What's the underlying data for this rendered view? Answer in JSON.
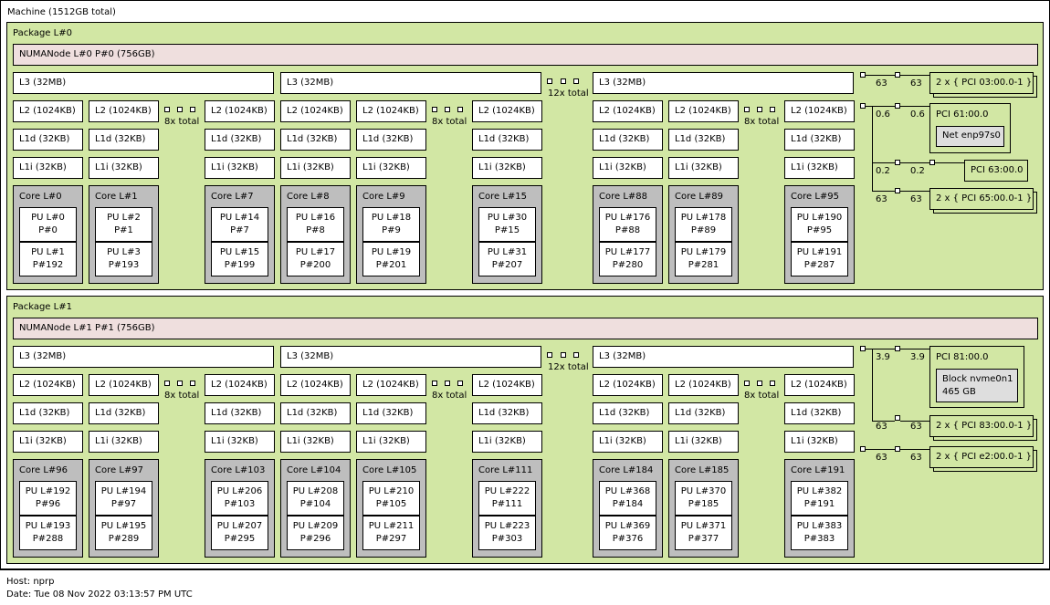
{
  "machine": {
    "label": "Machine (1512GB total)"
  },
  "packages": [
    {
      "label": "Package L#0",
      "numa": "NUMANode L#0 P#0 (756GB)",
      "l3": [
        "L3 (32MB)",
        "L3 (32MB)",
        "L3 (32MB)"
      ],
      "l3_total": "12x total",
      "l2_total": "8x total",
      "groups": [
        {
          "cores": [
            {
              "core": "Core L#0",
              "l2": "L2 (1024KB)",
              "l1d": "L1d (32KB)",
              "l1i": "L1i (32KB)",
              "pus": [
                [
                  "PU L#0",
                  "P#0"
                ],
                [
                  "PU L#1",
                  "P#192"
                ]
              ]
            },
            {
              "core": "Core L#1",
              "l2": "L2 (1024KB)",
              "l1d": "L1d (32KB)",
              "l1i": "L1i (32KB)",
              "pus": [
                [
                  "PU L#2",
                  "P#1"
                ],
                [
                  "PU L#3",
                  "P#193"
                ]
              ]
            },
            {
              "core": "Core L#7",
              "l2": "L2 (1024KB)",
              "l1d": "L1d (32KB)",
              "l1i": "L1i (32KB)",
              "pus": [
                [
                  "PU L#14",
                  "P#7"
                ],
                [
                  "PU L#15",
                  "P#199"
                ]
              ]
            }
          ]
        },
        {
          "cores": [
            {
              "core": "Core L#8",
              "l2": "L2 (1024KB)",
              "l1d": "L1d (32KB)",
              "l1i": "L1i (32KB)",
              "pus": [
                [
                  "PU L#16",
                  "P#8"
                ],
                [
                  "PU L#17",
                  "P#200"
                ]
              ]
            },
            {
              "core": "Core L#9",
              "l2": "L2 (1024KB)",
              "l1d": "L1d (32KB)",
              "l1i": "L1i (32KB)",
              "pus": [
                [
                  "PU L#18",
                  "P#9"
                ],
                [
                  "PU L#19",
                  "P#201"
                ]
              ]
            },
            {
              "core": "Core L#15",
              "l2": "L2 (1024KB)",
              "l1d": "L1d (32KB)",
              "l1i": "L1i (32KB)",
              "pus": [
                [
                  "PU L#30",
                  "P#15"
                ],
                [
                  "PU L#31",
                  "P#207"
                ]
              ]
            }
          ]
        },
        {
          "cores": [
            {
              "core": "Core L#88",
              "l2": "L2 (1024KB)",
              "l1d": "L1d (32KB)",
              "l1i": "L1i (32KB)",
              "pus": [
                [
                  "PU L#176",
                  "P#88"
                ],
                [
                  "PU L#177",
                  "P#280"
                ]
              ]
            },
            {
              "core": "Core L#89",
              "l2": "L2 (1024KB)",
              "l1d": "L1d (32KB)",
              "l1i": "L1i (32KB)",
              "pus": [
                [
                  "PU L#178",
                  "P#89"
                ],
                [
                  "PU L#179",
                  "P#281"
                ]
              ]
            },
            {
              "core": "Core L#95",
              "l2": "L2 (1024KB)",
              "l1d": "L1d (32KB)",
              "l1i": "L1i (32KB)",
              "pus": [
                [
                  "PU L#190",
                  "P#95"
                ],
                [
                  "PU L#191",
                  "P#287"
                ]
              ]
            }
          ]
        }
      ],
      "io": {
        "links": [
          "63",
          "63",
          "0.6",
          "0.6",
          "0.2",
          "0.2",
          "63",
          "63"
        ],
        "pci_a": "2 x { PCI 03:00.0-1 }",
        "pci_b": "PCI 61:00.0",
        "os_b": "Net enp97s0",
        "pci_c": "PCI 63:00.0",
        "pci_d": "2 x { PCI 65:00.0-1 }"
      }
    },
    {
      "label": "Package L#1",
      "numa": "NUMANode L#1 P#1 (756GB)",
      "l3": [
        "L3 (32MB)",
        "L3 (32MB)",
        "L3 (32MB)"
      ],
      "l3_total": "12x total",
      "l2_total": "8x total",
      "groups": [
        {
          "cores": [
            {
              "core": "Core L#96",
              "l2": "L2 (1024KB)",
              "l1d": "L1d (32KB)",
              "l1i": "L1i (32KB)",
              "pus": [
                [
                  "PU L#192",
                  "P#96"
                ],
                [
                  "PU L#193",
                  "P#288"
                ]
              ]
            },
            {
              "core": "Core L#97",
              "l2": "L2 (1024KB)",
              "l1d": "L1d (32KB)",
              "l1i": "L1i (32KB)",
              "pus": [
                [
                  "PU L#194",
                  "P#97"
                ],
                [
                  "PU L#195",
                  "P#289"
                ]
              ]
            },
            {
              "core": "Core L#103",
              "l2": "L2 (1024KB)",
              "l1d": "L1d (32KB)",
              "l1i": "L1i (32KB)",
              "pus": [
                [
                  "PU L#206",
                  "P#103"
                ],
                [
                  "PU L#207",
                  "P#295"
                ]
              ]
            }
          ]
        },
        {
          "cores": [
            {
              "core": "Core L#104",
              "l2": "L2 (1024KB)",
              "l1d": "L1d (32KB)",
              "l1i": "L1i (32KB)",
              "pus": [
                [
                  "PU L#208",
                  "P#104"
                ],
                [
                  "PU L#209",
                  "P#296"
                ]
              ]
            },
            {
              "core": "Core L#105",
              "l2": "L2 (1024KB)",
              "l1d": "L1d (32KB)",
              "l1i": "L1i (32KB)",
              "pus": [
                [
                  "PU L#210",
                  "P#105"
                ],
                [
                  "PU L#211",
                  "P#297"
                ]
              ]
            },
            {
              "core": "Core L#111",
              "l2": "L2 (1024KB)",
              "l1d": "L1d (32KB)",
              "l1i": "L1i (32KB)",
              "pus": [
                [
                  "PU L#222",
                  "P#111"
                ],
                [
                  "PU L#223",
                  "P#303"
                ]
              ]
            }
          ]
        },
        {
          "cores": [
            {
              "core": "Core L#184",
              "l2": "L2 (1024KB)",
              "l1d": "L1d (32KB)",
              "l1i": "L1i (32KB)",
              "pus": [
                [
                  "PU L#368",
                  "P#184"
                ],
                [
                  "PU L#369",
                  "P#376"
                ]
              ]
            },
            {
              "core": "Core L#185",
              "l2": "L2 (1024KB)",
              "l1d": "L1d (32KB)",
              "l1i": "L1i (32KB)",
              "pus": [
                [
                  "PU L#370",
                  "P#185"
                ],
                [
                  "PU L#371",
                  "P#377"
                ]
              ]
            },
            {
              "core": "Core L#191",
              "l2": "L2 (1024KB)",
              "l1d": "L1d (32KB)",
              "l1i": "L1i (32KB)",
              "pus": [
                [
                  "PU L#382",
                  "P#191"
                ],
                [
                  "PU L#383",
                  "P#383"
                ]
              ]
            }
          ]
        }
      ],
      "io": {
        "links": [
          "3.9",
          "3.9",
          "63",
          "63",
          "63",
          "63"
        ],
        "pci_a": "PCI 81:00.0",
        "os_a": [
          "Block nvme0n1",
          "465 GB"
        ],
        "pci_b": "2 x { PCI 83:00.0-1 }",
        "pci_c": "2 x { PCI e2:00.0-1 }"
      }
    }
  ],
  "footer": {
    "host": "Host: nprp",
    "date": "Date: Tue 08 Nov 2022 03:13:57 PM UTC"
  },
  "colors": {
    "package": "#d2e7a4",
    "numa": "#efdfde",
    "core": "#bebebe",
    "cache": "#ffffff",
    "osdev": "#dedede"
  }
}
